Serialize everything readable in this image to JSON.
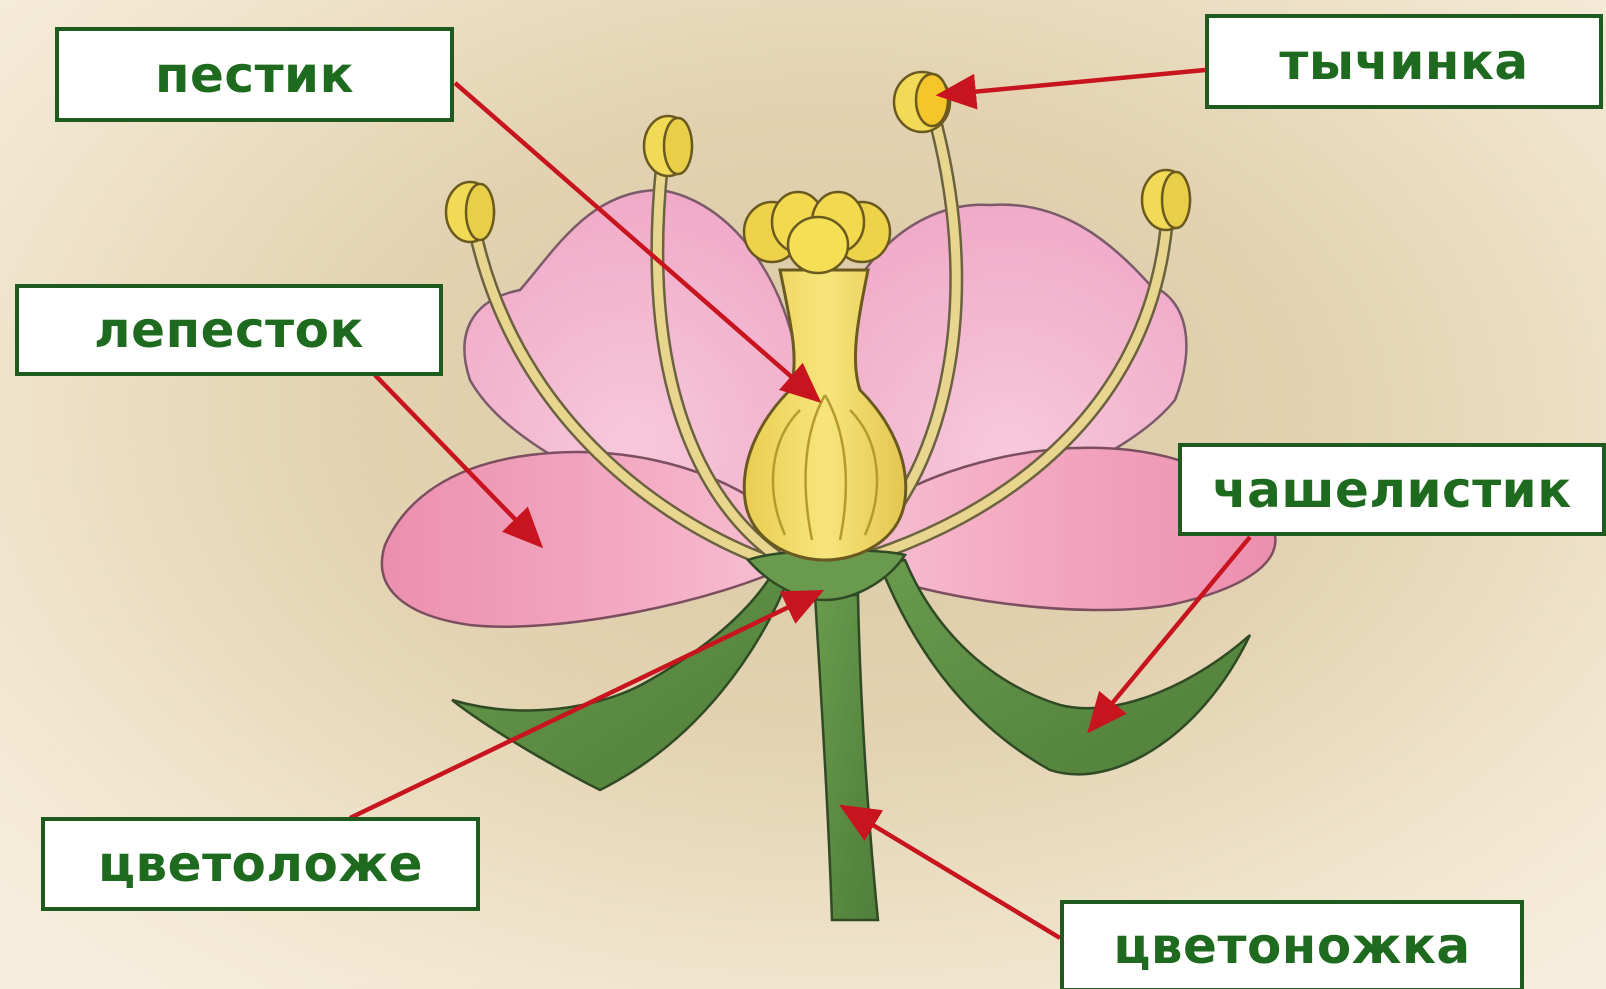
{
  "labels": {
    "pistil": "пестик",
    "stamen": "тычинка",
    "petal": "лепесток",
    "sepal": "чашелистик",
    "receptacle": "цветоложе",
    "peduncle": "цветоножка"
  },
  "colors": {
    "label_text": "#1e6a1e",
    "label_border": "#1f5a1f",
    "arrow": "#c8141e",
    "petal_back": "#f3b6cf",
    "petal_front": "#eb8fae",
    "sepal": "#5f8f45",
    "pistil": "#f2dc6a",
    "stamen_filament": "#e7d58f",
    "anther": "#f0d84a"
  }
}
